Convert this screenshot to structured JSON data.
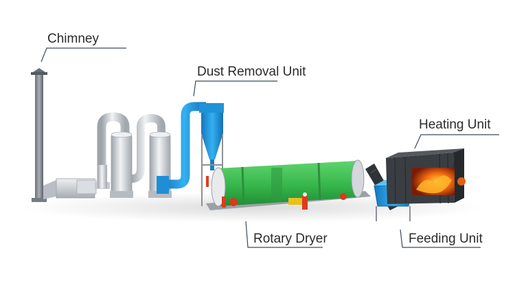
{
  "labels": {
    "chimney": "Chimney",
    "dust_removal": "Dust Removal Unit",
    "heating": "Heating Unit",
    "rotary_dryer": "Rotary Dryer",
    "feeding": "Feeding Unit"
  },
  "colors": {
    "leader_line": "#3a4a5e",
    "dust_unit_blue": "#1f93d8",
    "feeder_blue": "#2a9fe0",
    "dryer_green": "#3fbf55",
    "silver": "#c9cdd2",
    "flame": "#f06a10"
  }
}
